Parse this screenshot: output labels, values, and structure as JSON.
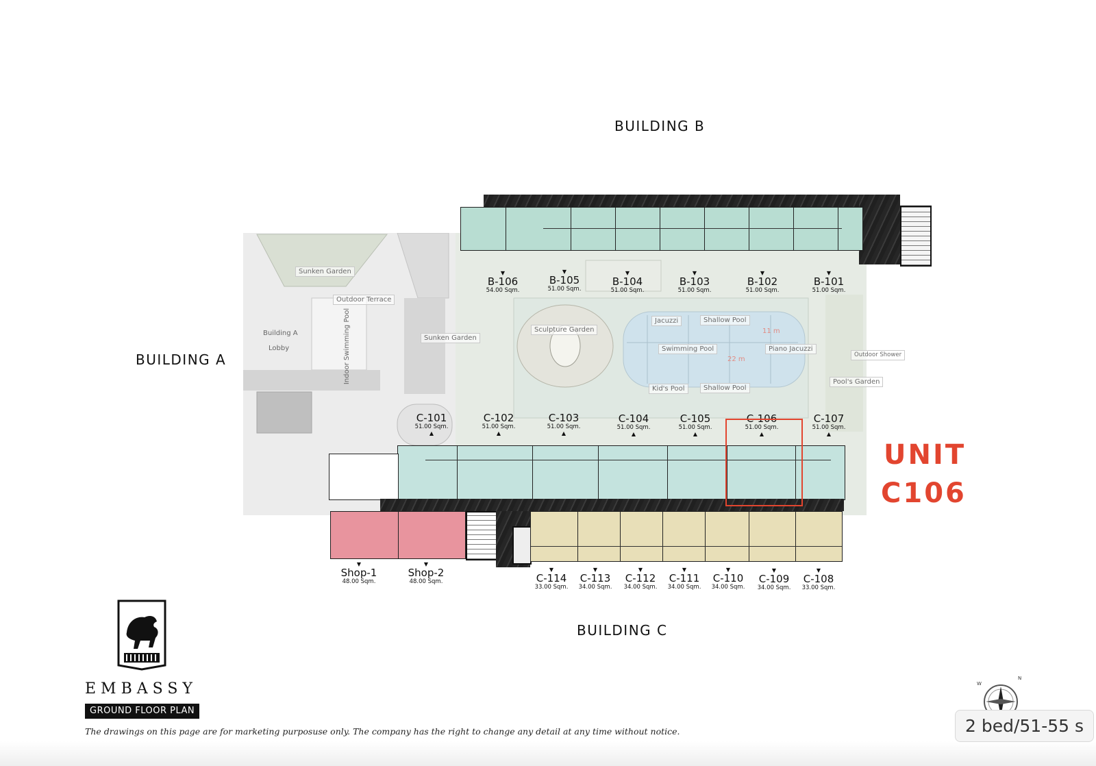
{
  "buildings": {
    "b": "BUILDING B",
    "a": "BUILDING A",
    "c": "BUILDING C"
  },
  "units_b": [
    {
      "code": "B-106",
      "area": "54.00 Sqm."
    },
    {
      "code": "B-105",
      "area": "51.00 Sqm."
    },
    {
      "code": "B-104",
      "area": "51.00 Sqm."
    },
    {
      "code": "B-103",
      "area": "51.00 Sqm."
    },
    {
      "code": "B-102",
      "area": "51.00 Sqm."
    },
    {
      "code": "B-101",
      "area": "51.00 Sqm."
    }
  ],
  "units_c_top": [
    {
      "code": "C-101",
      "area": "51.00 Sqm."
    },
    {
      "code": "C-102",
      "area": "51.00 Sqm."
    },
    {
      "code": "C-103",
      "area": "51.00 Sqm."
    },
    {
      "code": "C-104",
      "area": "51.00 Sqm."
    },
    {
      "code": "C-105",
      "area": "51.00 Sqm."
    },
    {
      "code": "C-106",
      "area": "51.00 Sqm."
    },
    {
      "code": "C-107",
      "area": "51.00 Sqm."
    }
  ],
  "units_c_bottom": [
    {
      "code": "C-114",
      "area": "33.00 Sqm."
    },
    {
      "code": "C-113",
      "area": "34.00 Sqm."
    },
    {
      "code": "C-112",
      "area": "34.00 Sqm."
    },
    {
      "code": "C-111",
      "area": "34.00 Sqm."
    },
    {
      "code": "C-110",
      "area": "34.00 Sqm."
    },
    {
      "code": "C-109",
      "area": "34.00 Sqm."
    },
    {
      "code": "C-108",
      "area": "33.00 Sqm."
    }
  ],
  "shops": [
    {
      "code": "Shop-1",
      "area": "48.00 Sqm."
    },
    {
      "code": "Shop-2",
      "area": "48.00 Sqm."
    }
  ],
  "amenities": {
    "sunken_garden_1": "Sunken Garden",
    "outdoor_terrace": "Outdoor Terrace",
    "building_a_lobby": "Building A",
    "lobby": "Lobby",
    "indoor_pool": "Indoor Swimming Pool",
    "sunken_garden_2": "Sunken Garden",
    "sculpture_garden": "Sculpture Garden",
    "jacuzzi": "Jacuzzi",
    "shallow_pool_1": "Shallow Pool",
    "swimming_pool": "Swimming Pool",
    "piano_jacuzzi": "Piano Jacuzzi",
    "kids_pool": "Kid's Pool",
    "shallow_pool_2": "Shallow Pool",
    "outdoor_shower": "Outdoor Shower",
    "pools_garden": "Pool's Garden",
    "dim_11m": "11 m",
    "dim_22m": "22 m"
  },
  "highlight": {
    "line1": "UNIT",
    "line2": "C106",
    "color": "#e2452f"
  },
  "brand": {
    "name": "EMBASSY",
    "plan_label": "GROUND FLOOR PLAN"
  },
  "disclaimer": "The drawings on this page are for marketing purposuse only. The company has the right to change any detail at any time without notice.",
  "chip_text": "2 bed/51-55 s",
  "compass": {
    "n": "N",
    "w": "W"
  },
  "colors": {
    "mint": "#b8ddd2",
    "beige": "#e8dfb8",
    "shop_pink": "#e8949e",
    "highlight_red": "#e2452f"
  }
}
